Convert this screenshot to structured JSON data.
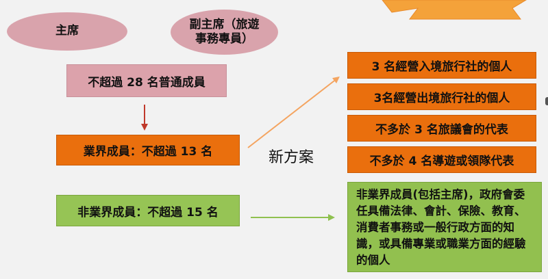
{
  "chairman": "主席",
  "vice_chairman": "副主席（旅遊事務專員）",
  "ordinary_members": "不超過 28 名普通成員",
  "industry_members": "業界成員：不超過 13 名",
  "non_industry_members": "非業界成員：不超過 15 名",
  "new_plan": "新方案",
  "industry_breakdown": [
    "3 名經營入境旅行社的個人",
    "3名經營出境旅行社的個人",
    "不多於 3 名旅議會的代表",
    "不多於 4 名導遊或領隊代表"
  ],
  "non_industry_detail": "非業界成員(包括主席)，政府會委任具備法律、會計、保險、教育、消費者事務或一般行政方面的知識，或具備專業或職業方面的經驗的個人",
  "colors": {
    "pink": "#dca2ab",
    "orange": "#ea6f0d",
    "green": "#96c455",
    "star": "#f4a23a",
    "arrow_orange": "#f4a460",
    "arrow_green": "#8fc14f",
    "arrow_red": "#c0392b"
  }
}
